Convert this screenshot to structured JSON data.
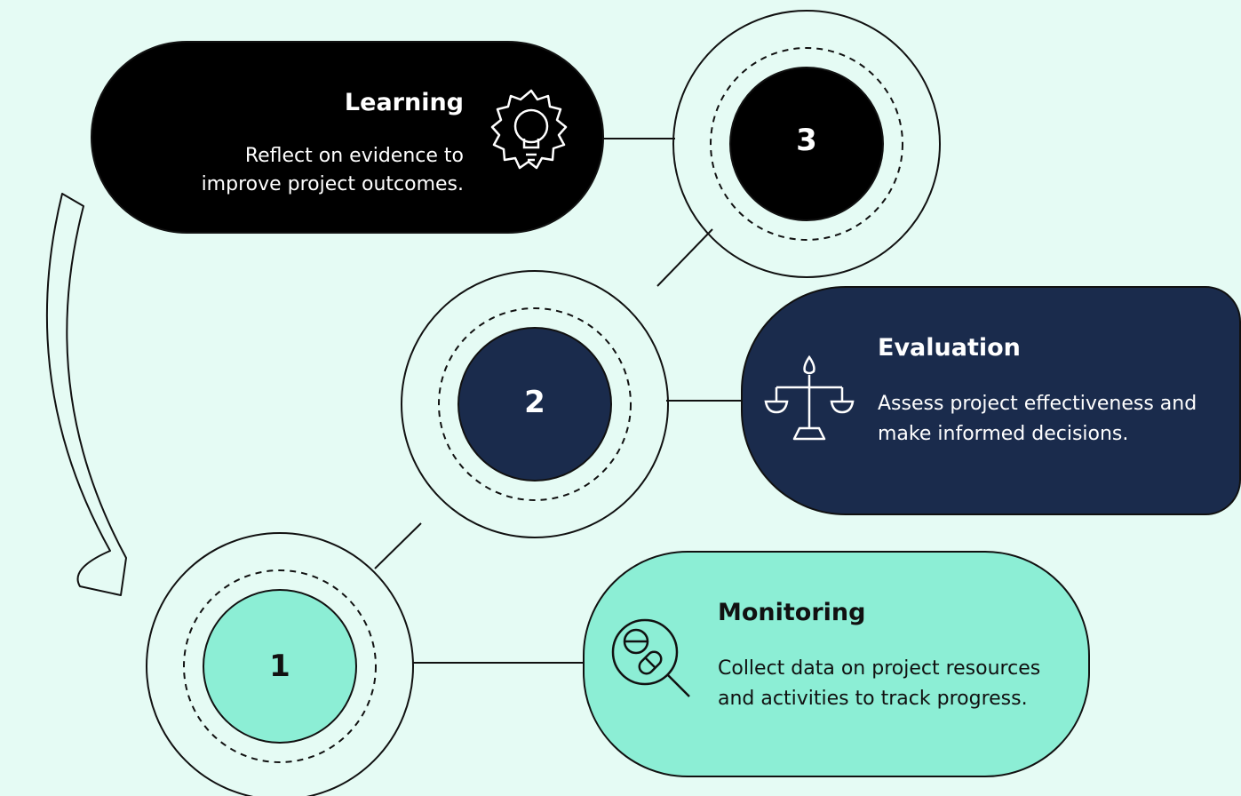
{
  "steps": [
    {
      "number": "1",
      "title": "Monitoring",
      "description": "Collect data on project resources and activities to track progress.",
      "icon": "magnifier-pills-icon"
    },
    {
      "number": "2",
      "title": "Evaluation",
      "description": "Assess project effectiveness and make informed decisions.",
      "icon": "balance-scale-icon"
    },
    {
      "number": "3",
      "title": "Learning",
      "description": "Reflect on evidence to improve project outcomes.",
      "icon": "lightbulb-gear-icon"
    }
  ],
  "colors": {
    "background": "#e5fbf4",
    "monitoring": "#8ceed5",
    "evaluation": "#1a2b4c",
    "learning": "#000000",
    "outline": "#111111"
  }
}
